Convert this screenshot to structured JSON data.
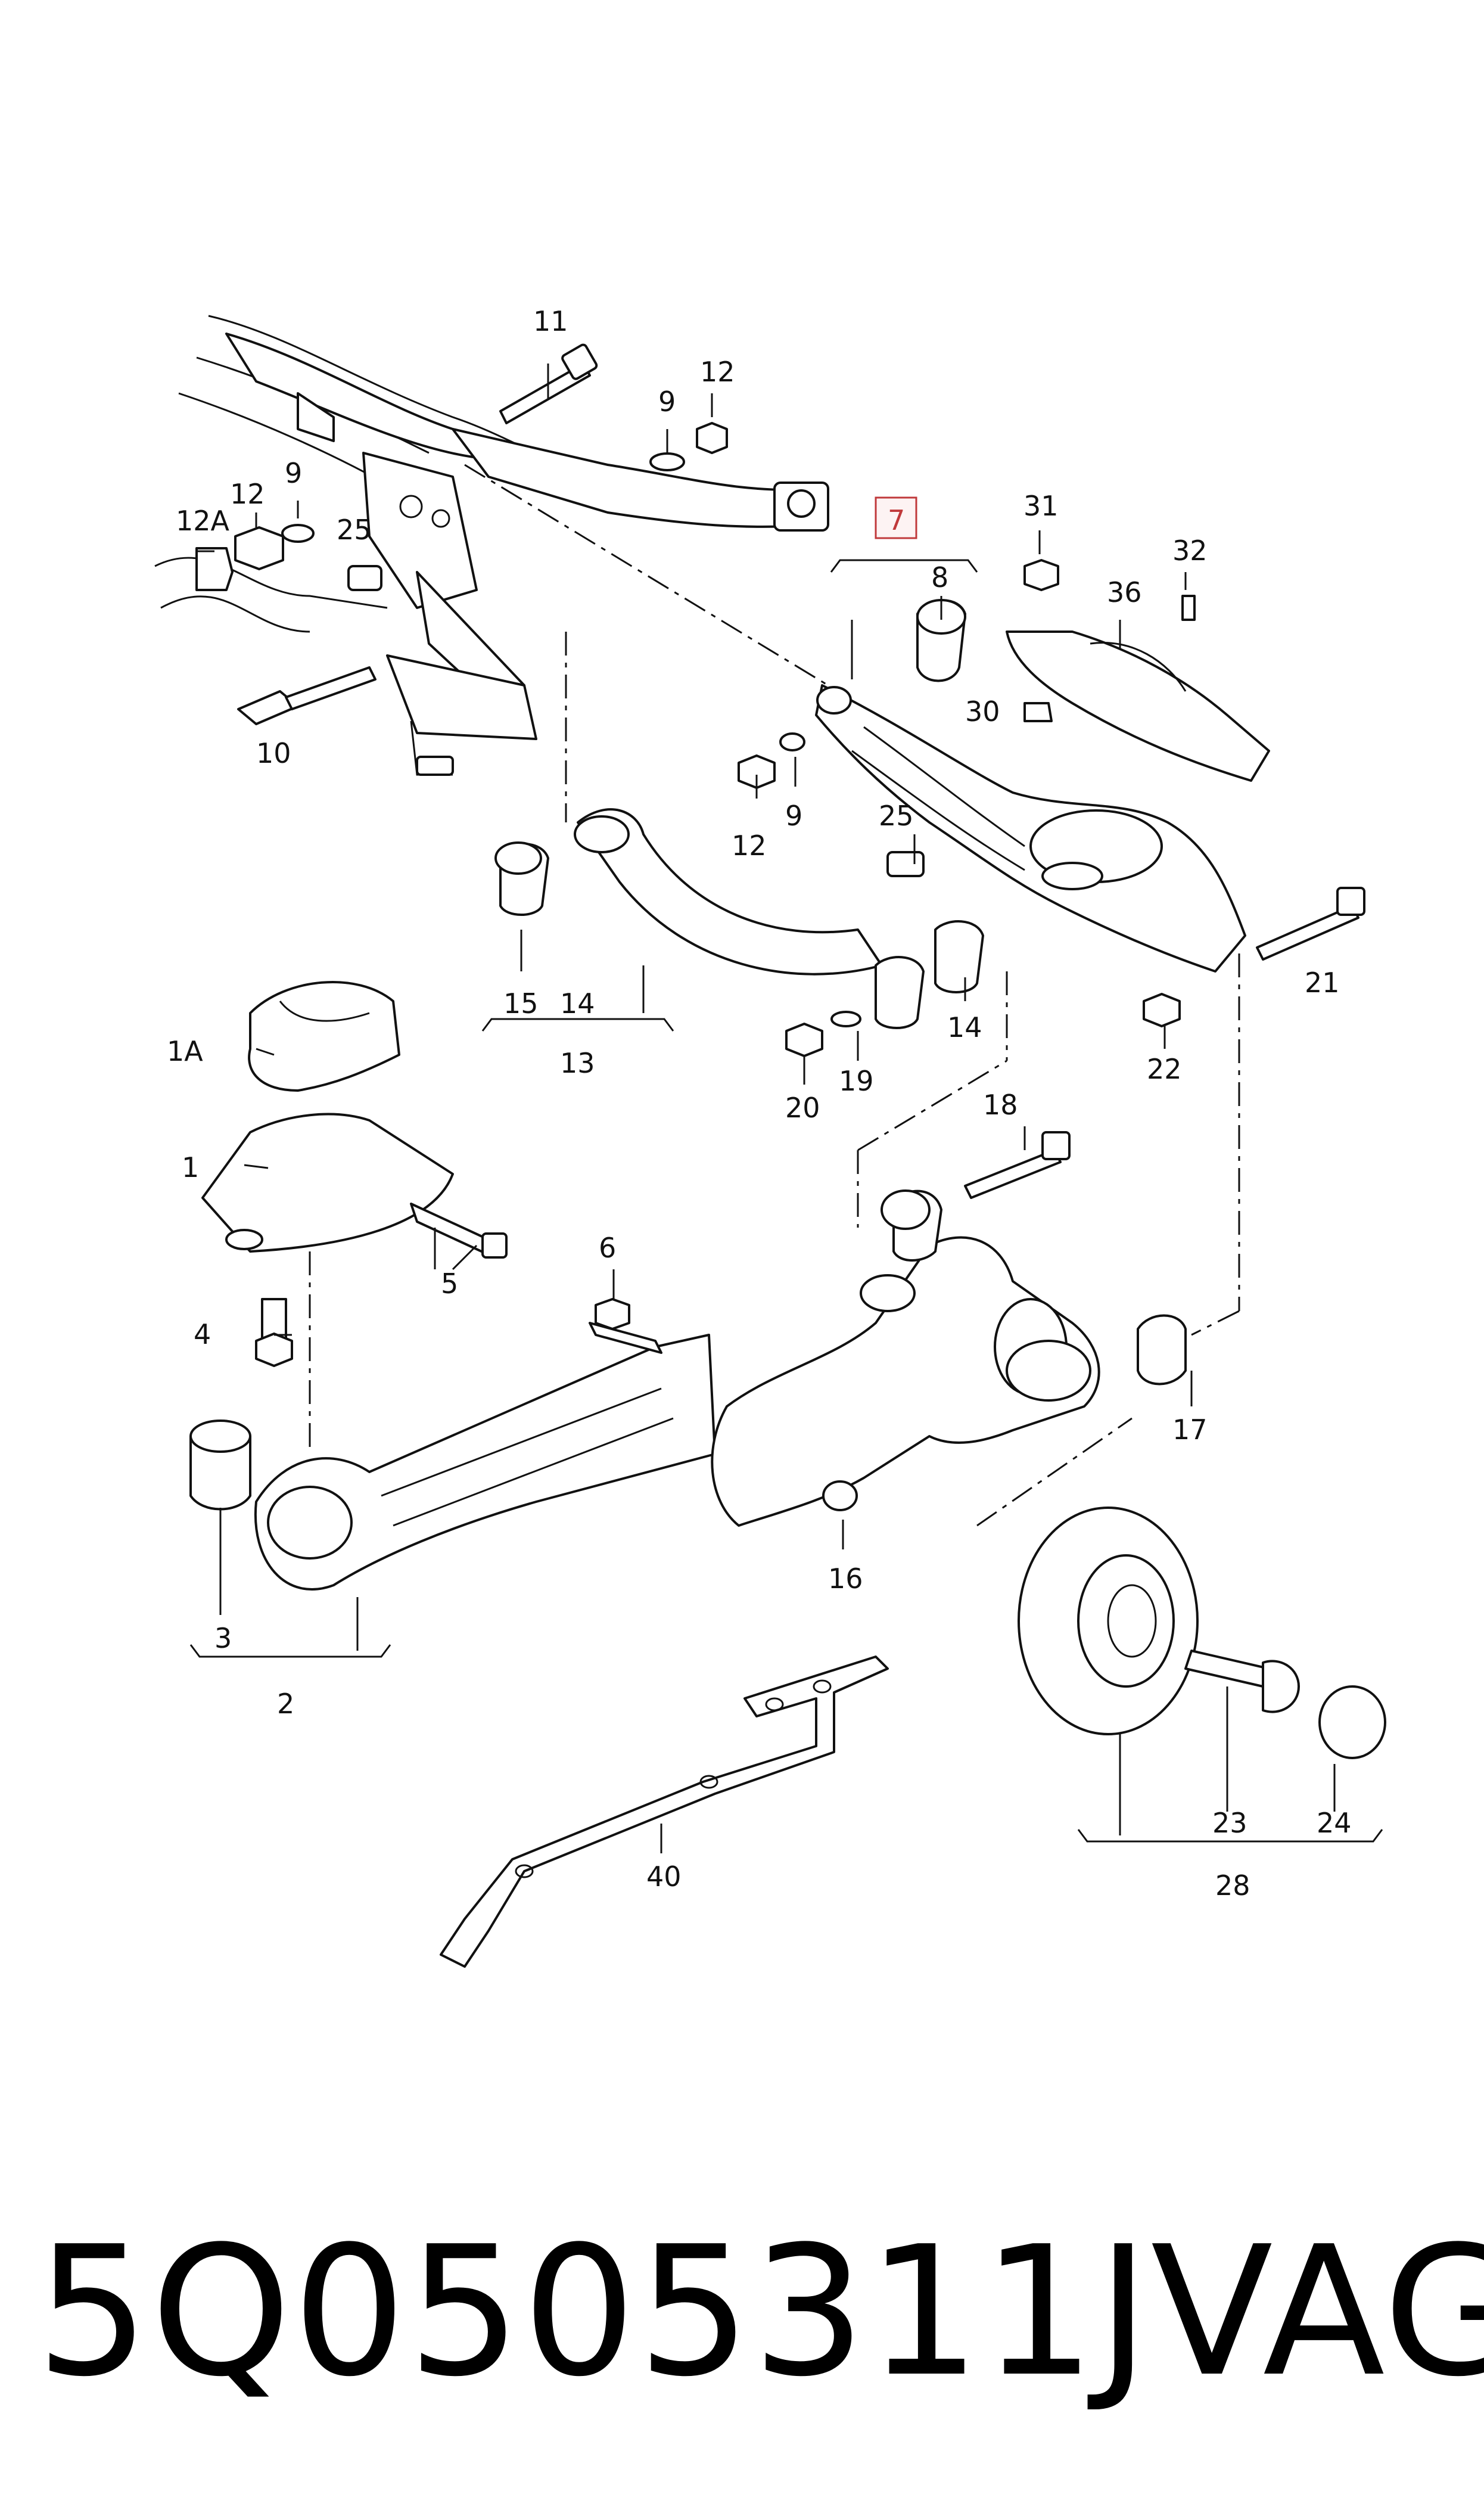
{
  "callouts": {
    "c11": "11",
    "c9a": "9",
    "c12a": "12",
    "c9b": "9",
    "c12b": "12",
    "c12A": "12A",
    "c25a": "25",
    "c10": "10",
    "c7": "7",
    "c8": "8",
    "c31": "31",
    "c32": "32",
    "c36": "36",
    "c30": "30",
    "c12c": "12",
    "c9c": "9",
    "c25b": "25",
    "c21": "21",
    "c22": "22",
    "c15": "15",
    "c14a": "14",
    "c13": "13",
    "c14b": "14",
    "c1A": "1A",
    "c19": "19",
    "c20": "20",
    "c18": "18",
    "c1": "1",
    "c5": "5",
    "c4": "4",
    "c6": "6",
    "c17": "17",
    "c3": "3",
    "c2": "2",
    "c16": "16",
    "c40": "40",
    "c23": "23",
    "c24": "24",
    "c28": "28"
  },
  "highlight_color": "#c0393b",
  "footer": {
    "part_number": "5Q0505311J",
    "brand": "VAG"
  }
}
